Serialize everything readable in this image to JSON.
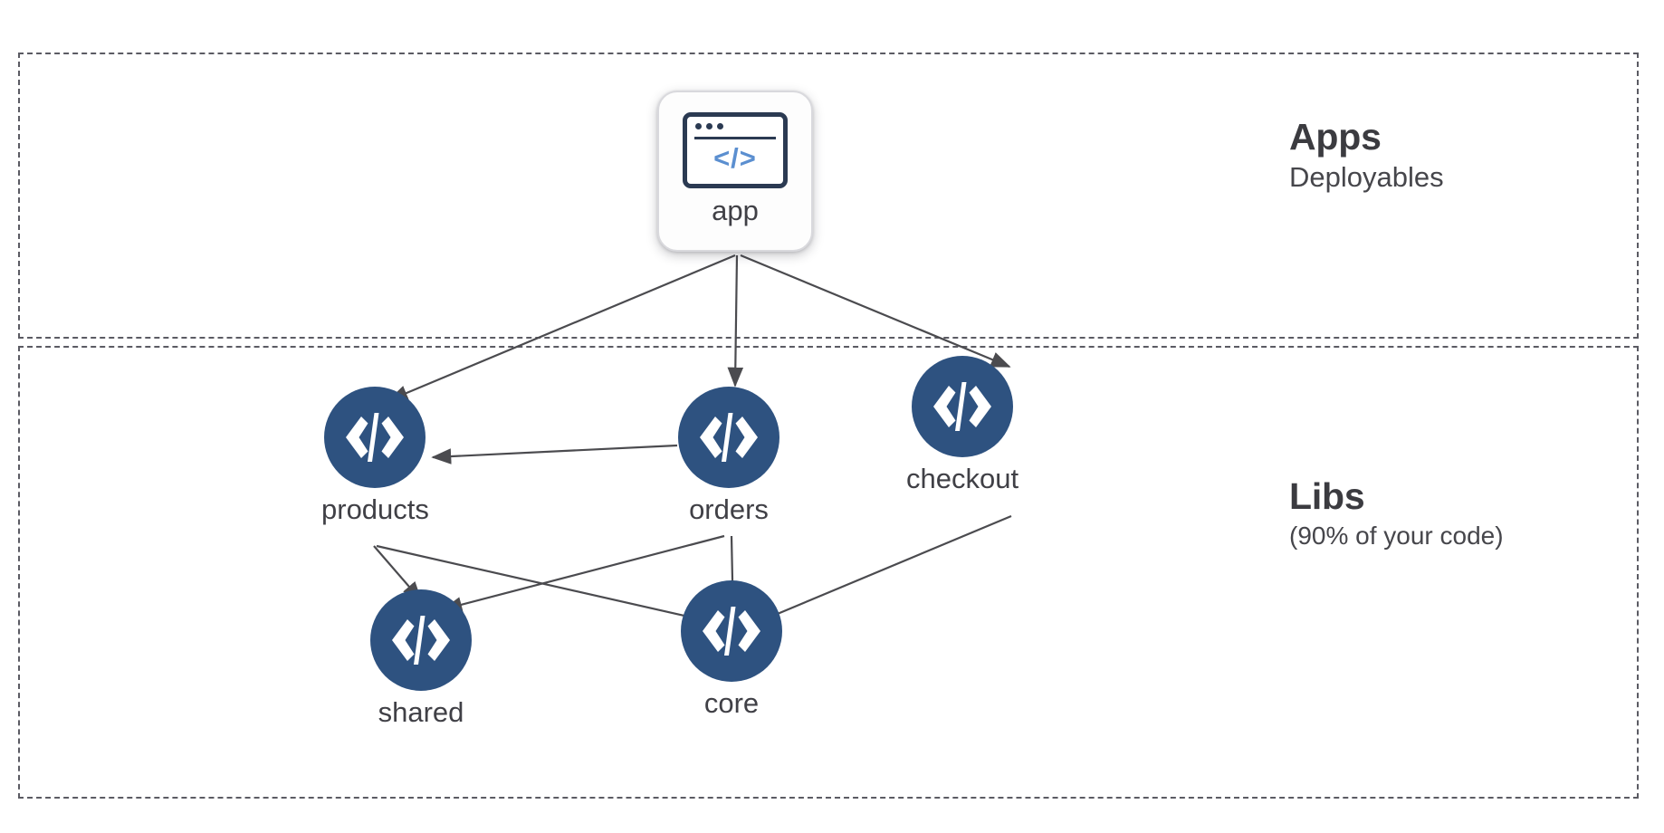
{
  "diagram": {
    "type": "dependency-graph",
    "title": "Apps and Libs dependency graph",
    "zones": [
      {
        "id": "apps",
        "title": "Apps",
        "subtitle": "Deployables",
        "border_style": "dashed",
        "border_color": "#5b5b63"
      },
      {
        "id": "libs",
        "title": "Libs",
        "subtitle": "(90% of your code)",
        "border_style": "dashed",
        "border_color": "#5b5b63"
      }
    ],
    "nodes": [
      {
        "id": "app",
        "label": "app",
        "zone": "apps",
        "shape": "rounded-card",
        "icon": "browser-code-icon",
        "icon_glyph": "</>",
        "icon_color": "#5b8fd0",
        "card_background": "#fdfdfd"
      },
      {
        "id": "products",
        "label": "products",
        "zone": "libs",
        "shape": "circle",
        "icon": "code-icon",
        "icon_glyph": "</>",
        "fill": "#2e5280",
        "icon_color": "#ffffff"
      },
      {
        "id": "orders",
        "label": "orders",
        "zone": "libs",
        "shape": "circle",
        "icon": "code-icon",
        "icon_glyph": "</>",
        "fill": "#2e5280",
        "icon_color": "#ffffff"
      },
      {
        "id": "checkout",
        "label": "checkout",
        "zone": "libs",
        "shape": "circle",
        "icon": "code-icon",
        "icon_glyph": "</>",
        "fill": "#2e5280",
        "icon_color": "#ffffff"
      },
      {
        "id": "shared",
        "label": "shared",
        "zone": "libs",
        "shape": "circle",
        "icon": "code-icon",
        "icon_glyph": "</>",
        "fill": "#2e5280",
        "icon_color": "#ffffff"
      },
      {
        "id": "core",
        "label": "core",
        "zone": "libs",
        "shape": "circle",
        "icon": "code-icon",
        "icon_glyph": "</>",
        "fill": "#2e5280",
        "icon_color": "#ffffff"
      }
    ],
    "edges": [
      {
        "from": "app",
        "to": "products",
        "style": "solid",
        "arrow": "end"
      },
      {
        "from": "app",
        "to": "orders",
        "style": "solid",
        "arrow": "end"
      },
      {
        "from": "app",
        "to": "checkout",
        "style": "solid",
        "arrow": "end"
      },
      {
        "from": "orders",
        "to": "products",
        "style": "solid",
        "arrow": "end"
      },
      {
        "from": "products",
        "to": "shared",
        "style": "solid",
        "arrow": "end"
      },
      {
        "from": "products",
        "to": "core",
        "style": "solid",
        "arrow": "end"
      },
      {
        "from": "orders",
        "to": "shared",
        "style": "solid",
        "arrow": "end"
      },
      {
        "from": "orders",
        "to": "core",
        "style": "solid",
        "arrow": "end"
      },
      {
        "from": "checkout",
        "to": "core",
        "style": "solid",
        "arrow": "end"
      }
    ],
    "edge_color": "#4b4b4f",
    "background": "#ffffff"
  }
}
